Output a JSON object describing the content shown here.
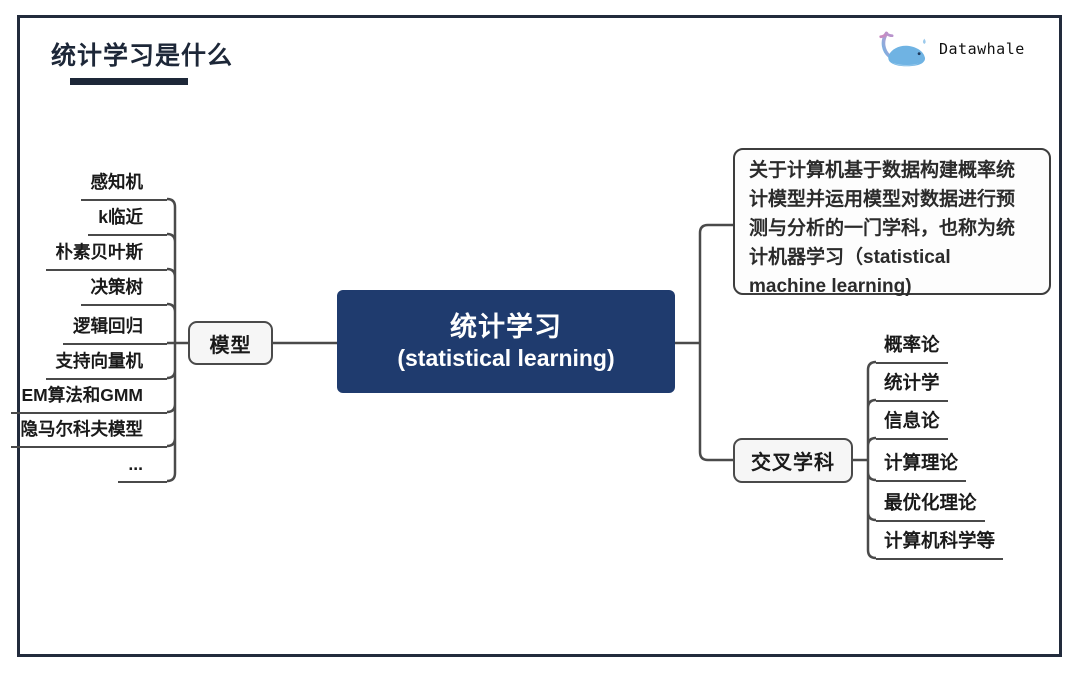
{
  "header": {
    "title": "统计学习是什么",
    "brand": "Datawhale"
  },
  "mindmap": {
    "root": {
      "title_zh": "统计学习",
      "title_en": "(statistical learning)"
    },
    "model_branch": {
      "label": "模型",
      "items": [
        "感知机",
        "k临近",
        "朴素贝叶斯",
        "决策树",
        "逻辑回归",
        "支持向量机",
        "EM算法和GMM",
        "隐马尔科夫模型",
        "..."
      ]
    },
    "definition": "关于计算机基于数据构建概率统\n计模型并运用模型对数据进行预\n测与分析的一门学科，也称为统\n计机器学习（statistical\nmachine learning)",
    "cross_branch": {
      "label": "交叉学科",
      "items": [
        "概率论",
        "统计学",
        "信息论",
        "计算理论",
        "最优化理论",
        "计算机科学等"
      ]
    }
  },
  "colors": {
    "root_bg": "#1f3b6e",
    "line_gray": "#4a4a4a",
    "frame_navy": "#222b3c",
    "whale_blue": "#6fb3e3",
    "whale_pink": "#c98bc0"
  }
}
